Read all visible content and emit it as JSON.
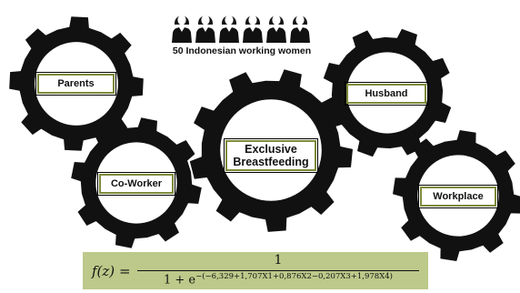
{
  "caption": "50 Indonesian working women",
  "women_icon_count": 6,
  "gears": [
    {
      "name": "gear-parents",
      "label": "Parents"
    },
    {
      "name": "gear-coworker",
      "label": "Co-Worker"
    },
    {
      "name": "gear-exclusive-breastfeeding",
      "label_line1": "Exclusive",
      "label_line2": "Breastfeeding"
    },
    {
      "name": "gear-husband",
      "label": "Husband"
    },
    {
      "name": "gear-workplace",
      "label": "Workplace"
    }
  ],
  "formula": {
    "lhs": "f(z)",
    "equals": "=",
    "numerator": "1",
    "denominator_base": "1 + e",
    "exponent": "−(−6,329+1,707X1+0,876X2−0,207X3+1,978X4)"
  },
  "colors": {
    "gear_fill": "#111111",
    "gear_inner": "#ffffff",
    "label_border": "#7e8a3a",
    "formula_bg": "#bcc98a"
  }
}
